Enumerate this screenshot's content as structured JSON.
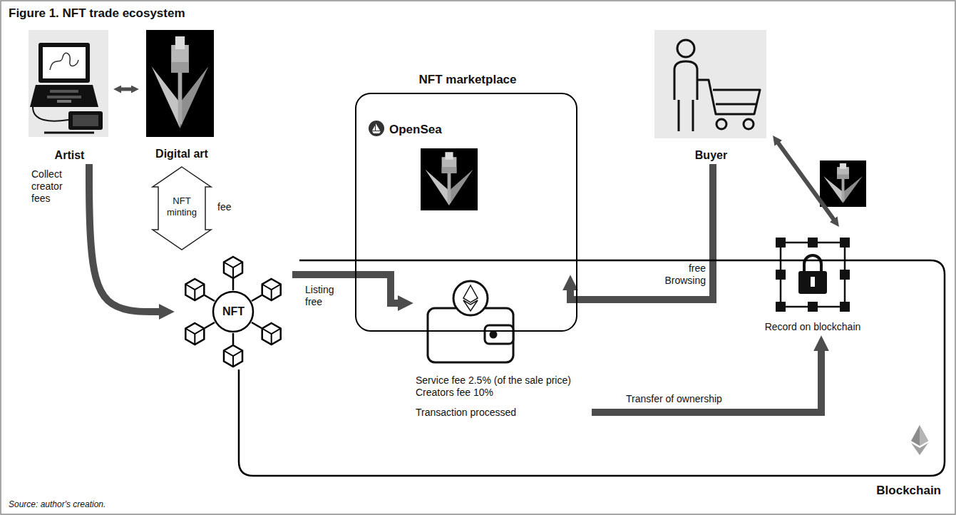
{
  "diagram": {
    "title": "Figure 1. NFT trade ecosystem",
    "caption": "Source: author's creation.",
    "nodes": [
      {
        "text": [
          "Artist"
        ]
      },
      {
        "text": [
          "Digital art"
        ]
      },
      {
        "text": [
          "NFT minting"
        ]
      },
      {
        "text": [
          "NFT marketplace",
          "OpenSea"
        ]
      },
      {
        "text": [
          "Buyer"
        ]
      },
      {
        "text": [
          "Blockchain"
        ]
      },
      {
        "text": [
          "NFT"
        ]
      },
      {
        "text": [
          "Service fee 2.5% (of the sale price)",
          "Creators fee 10%",
          "Transaction processed"
        ],
        "in": 5
      },
      {
        "text": [
          "Record on blockchain"
        ],
        "in": 5
      }
    ],
    "edges": [
      {
        "from": 0,
        "to": 1,
        "arrow": "both"
      },
      {
        "from": 0,
        "to": 6,
        "arrow": "to",
        "label": "Collect creator fees"
      },
      {
        "from": 6,
        "to": 7,
        "arrow": "to",
        "label": "Listing free"
      },
      {
        "from": 4,
        "to": 7,
        "arrow": "to",
        "label": "free Browsing"
      },
      {
        "from": 7,
        "to": 8,
        "arrow": "to",
        "label": "Transfer of ownership"
      },
      {
        "from": 4,
        "to": 8,
        "arrow": "both"
      }
    ],
    "labels": [
      "fee"
    ]
  }
}
